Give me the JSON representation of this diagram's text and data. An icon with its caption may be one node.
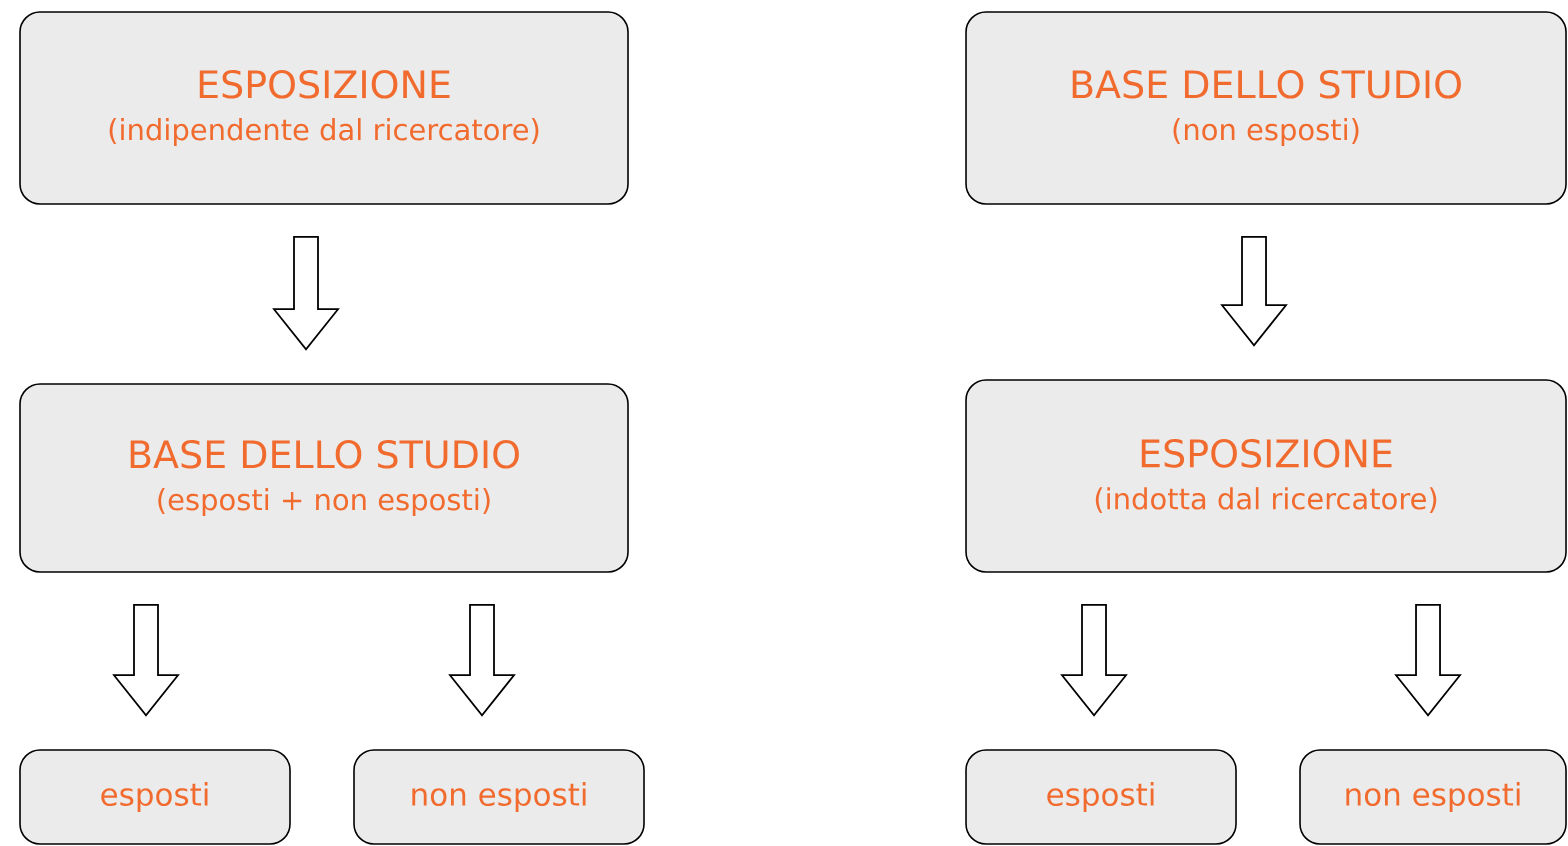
{
  "diagram": {
    "nodes": [
      {
        "text": [
          "ESPOSIZIONE",
          "(indipendente dal ricercatore)"
        ]
      },
      {
        "text": [
          "BASE DELLO STUDIO",
          "(esposti + non esposti)"
        ]
      },
      {
        "text": [
          "esposti"
        ]
      },
      {
        "text": [
          "non esposti"
        ]
      },
      {
        "text": [
          "BASE DELLO STUDIO",
          "(non esposti)"
        ]
      },
      {
        "text": [
          "ESPOSIZIONE",
          "(indotta dal ricercatore)"
        ]
      },
      {
        "text": [
          "esposti"
        ]
      },
      {
        "text": [
          "non esposti"
        ]
      }
    ],
    "edges": [
      {
        "from": 0,
        "to": 1,
        "arrow": "to"
      },
      {
        "from": 1,
        "to": 2,
        "arrow": "to"
      },
      {
        "from": 1,
        "to": 3,
        "arrow": "to"
      },
      {
        "from": 4,
        "to": 5,
        "arrow": "to"
      },
      {
        "from": 5,
        "to": 6,
        "arrow": "to"
      },
      {
        "from": 5,
        "to": 7,
        "arrow": "to"
      }
    ]
  }
}
